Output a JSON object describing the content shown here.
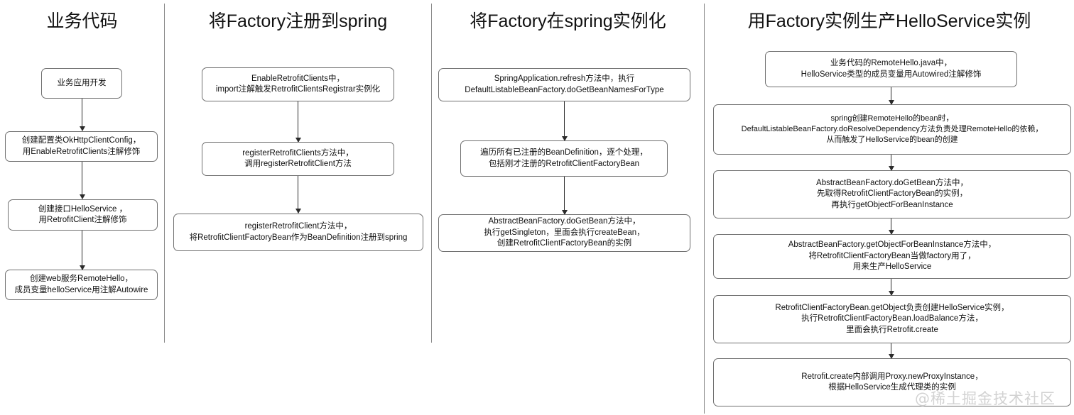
{
  "diagram": {
    "type": "flowchart",
    "orientation": "four-column-swimlane",
    "background_color": "#ffffff",
    "node_border_color": "#6f6f6f",
    "divider_color": "#8a8a8a",
    "arrow_color": "#2b2b2b",
    "watermark": "@稀土掘金技术社区",
    "columns": [
      {
        "title": "业务代码",
        "nodes": [
          "业务应用开发",
          "创建配置类OkHttpClientConfig，\n用EnableRetrofitClients注解修饰",
          "创建接口HelloService ，\n用RetrofitClient注解修饰",
          "创建web服务RemoteHello，\n成员变量helloService用注解Autowire"
        ]
      },
      {
        "title": "将Factory注册到spring",
        "nodes": [
          "EnableRetrofitClients中，\nimport注解触发RetrofitClientsRegistrar实例化",
          "registerRetrofitClients方法中，\n调用registerRetrofitClient方法",
          "registerRetrofitClient方法中，\n将RetrofitClientFactoryBean作为BeanDefinition注册到spring"
        ]
      },
      {
        "title": "将Factory在spring实例化",
        "nodes": [
          "SpringApplication.refresh方法中，执行\nDefaultListableBeanFactory.doGetBeanNamesForType",
          "遍历所有已注册的BeanDefinition，逐个处理，\n包括刚才注册的RetrofitClientFactoryBean",
          "AbstractBeanFactory.doGetBean方法中，\n执行getSingleton，里面会执行createBean，\n创建RetrofitClientFactoryBean的实例"
        ]
      },
      {
        "title": "用Factory实例生产HelloService实例",
        "nodes": [
          "业务代码的RemoteHello.java中，\nHelloService类型的成员变量用Autowired注解修饰",
          "spring创建RemoteHello的bean时，\nDefaultListableBeanFactory.doResolveDependency方法负责处理RemoteHello的依赖，\n从而触发了HelloService的bean的创建",
          "AbstractBeanFactory.doGetBean方法中，\n先取得RetrofitClientFactoryBean的实例，\n再执行getObjectForBeanInstance",
          "AbstractBeanFactory.getObjectForBeanInstance方法中，\n将RetrofitClientFactoryBean当做factory用了，\n用来生产HelloService",
          "RetrofitClientFactoryBean.getObject负责创建HelloService实例，\n执行RetrofitClientFactoryBean.loadBalance方法，\n里面会执行Retrofit.create",
          "Retrofit.create内部调用Proxy.newProxyInstance，\n根据HelloService生成代理类的实例"
        ]
      }
    ]
  }
}
